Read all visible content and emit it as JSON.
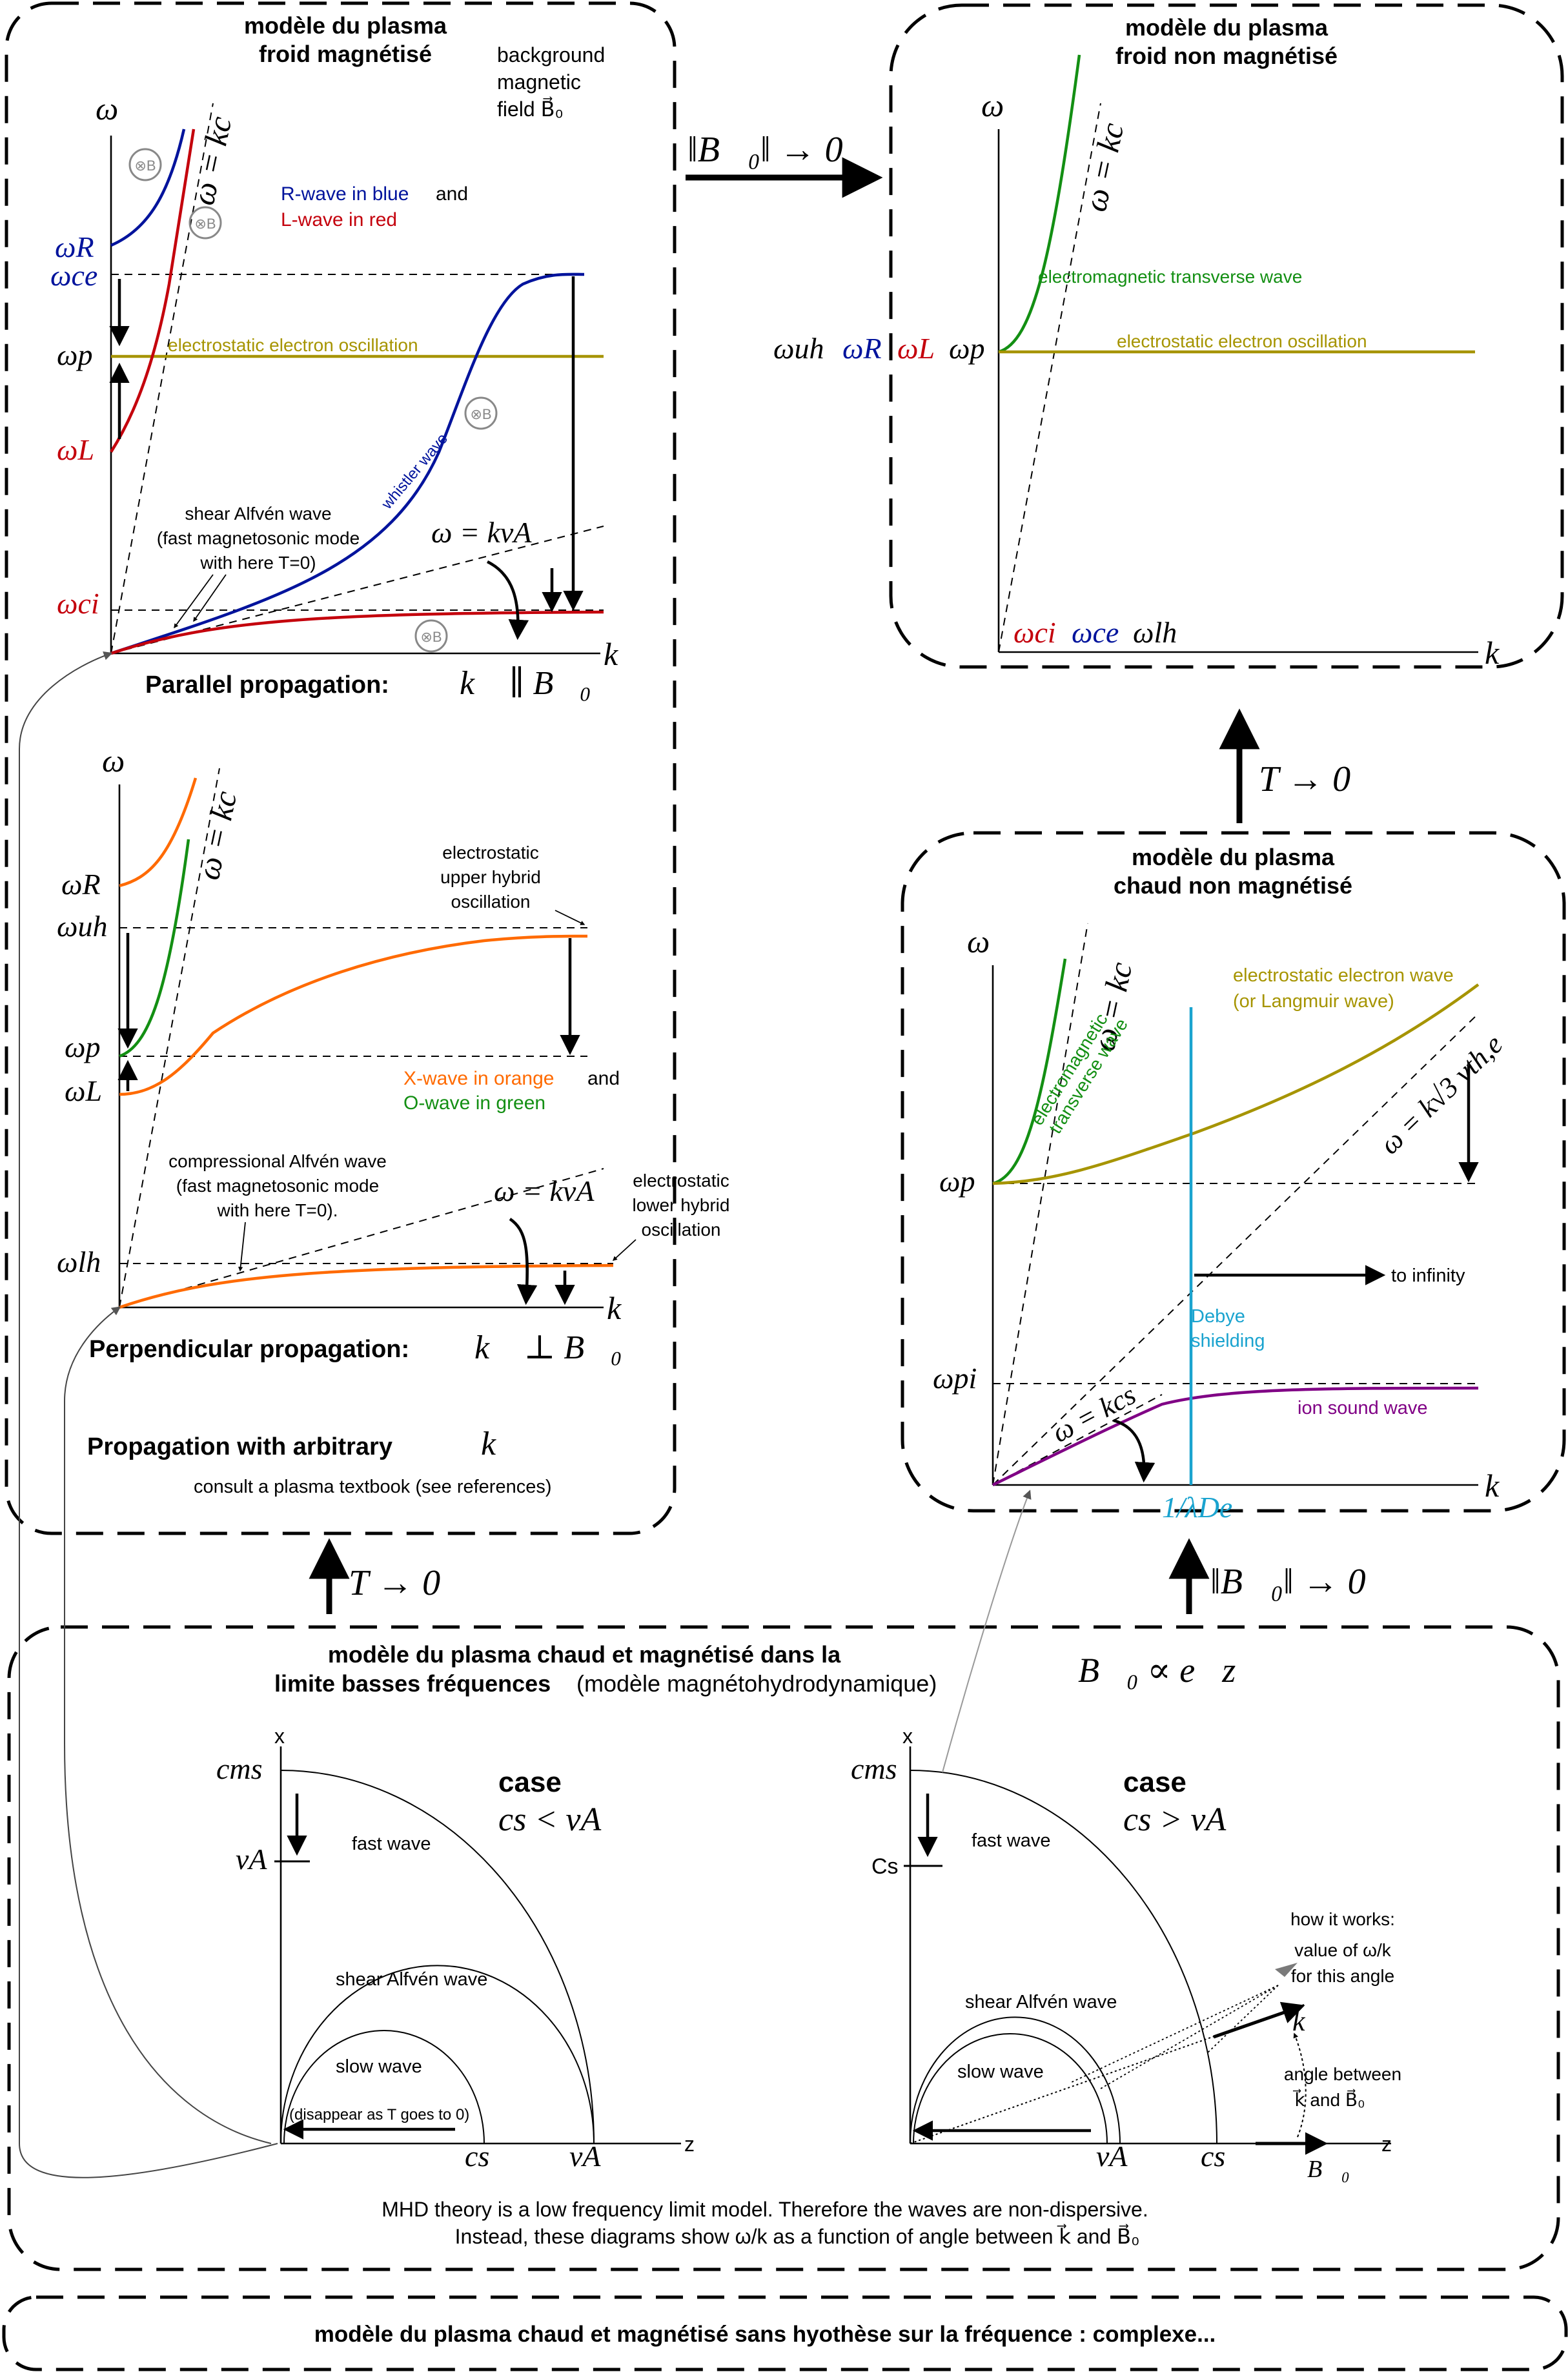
{
  "colors": {
    "blue": "#00139c",
    "red": "#c4000c",
    "olive": "#a69400",
    "green": "#138f13",
    "orange": "#ff6a00",
    "cyan": "#1aa3cf",
    "purple": "#800085",
    "grey": "#7a7a7a"
  },
  "panels": {
    "cold_mag": {
      "title_line1": "modèle du plasma",
      "title_line2": "froid magnétisé",
      "bg_field_line1": "background",
      "bg_field_line2": "magnetic",
      "bg_field_line3": "field B⃗₀",
      "parallel": {
        "y_axis": "ω",
        "x_axis": "k",
        "line_label": "ω = kc",
        "omega_R": "ωR",
        "omega_ce": "ωce",
        "omega_p": "ωp",
        "omega_L": "ωL",
        "omega_ci": "ωci",
        "legend_blue": "R-wave in blue",
        "legend_and": "and",
        "legend_red": "L-wave in red",
        "electrostatic": "electrostatic electron oscillation",
        "whistler": "whistler wave",
        "alfven_1": "shear Alfvén wave",
        "alfven_2": "(fast magnetosonic mode",
        "alfven_3": "with here T=0)",
        "va_line": "ω = kvA",
        "caption": "Parallel propagation:",
        "caption_math": "k⃗ ∥ B⃗₀",
        "b_symbol": "⊗B"
      },
      "perpendicular": {
        "y_axis": "ω",
        "x_axis": "k",
        "line_label": "ω = kc",
        "omega_R": "ωR",
        "omega_uh": "ωuh",
        "omega_p": "ωp",
        "omega_L": "ωL",
        "omega_lh": "ωlh",
        "uh_1": "electrostatic",
        "uh_2": "upper hybrid",
        "uh_3": "oscillation",
        "legend_orange": "X-wave in orange",
        "legend_and": "and",
        "legend_green": "O-wave in green",
        "alfven_1": "compressional Alfvén wave",
        "alfven_2": "(fast magnetosonic mode",
        "alfven_3": "with here T=0).",
        "va_line": "ω = kvA",
        "lh_1": "electrostatic",
        "lh_2": "lower hybrid",
        "lh_3": "oscillation",
        "caption": "Perpendicular propagation:",
        "caption_math": "k⃗ ⊥ B⃗₀"
      },
      "arbitrary_caption": "Propagation with arbitrary",
      "arbitrary_math": "k⃗",
      "arbitrary_note": "consult a plasma textbook (see references)"
    },
    "arrow_B0": "‖B⃗₀‖ → 0",
    "cold_unmag": {
      "title_line1": "modèle du plasma",
      "title_line2": "froid non magnétisé",
      "y_axis": "ω",
      "x_axis": "k",
      "line_label": "ω = kc",
      "em_wave": "electromagnetic transverse wave",
      "es_osc": "electrostatic electron oscillation",
      "omega_uh": "ωuh",
      "omega_R": "ωR",
      "omega_L": "ωL",
      "omega_p": "ωp",
      "omega_ci": "ωci",
      "omega_ce": "ωce",
      "omega_lh": "ωlh"
    },
    "arrow_T_right": "T → 0",
    "hot_unmag": {
      "title_line1": "modèle du plasma",
      "title_line2": "chaud non magnétisé",
      "y_axis": "ω",
      "x_axis": "k",
      "line_label": "ω = kc",
      "em_1": "electromagnetic",
      "em_2": "transverse wave",
      "es_1": "electrostatic electron wave",
      "es_2": "(or Langmuir wave)",
      "vth_line": "ω = k√3 vth,e",
      "omega_p": "ωp",
      "omega_pi": "ωpi",
      "infinity": "to infinity",
      "debye_1": "Debye",
      "debye_2": "shielding",
      "ion_sound": "ion sound wave",
      "cs_line": "ω = kcs",
      "lambda": "1/λDe"
    },
    "arrow_T_left": "T → 0",
    "arrow_B0_right": "‖B⃗₀‖ → 0",
    "hot_mag_mhd": {
      "title_line1": "modèle du plasma chaud et magnétisé dans la",
      "title_line2_bold": "limite basses fréquences",
      "title_line2_normal": "(modèle magnétohydrodynamique)",
      "b0_relation": "B⃗₀ ∝ e⃗z",
      "left": {
        "x_axis": "x",
        "z_axis": "z",
        "case": "case",
        "case_math": "cs < vA",
        "cms": "cms",
        "vA": "vA",
        "cs": "cs",
        "fast": "fast wave",
        "shear": "shear Alfvén wave",
        "slow": "slow wave",
        "disappear": "(disappear as T goes to 0)"
      },
      "right": {
        "x_axis": "x",
        "z_axis": "z",
        "case": "case",
        "case_math": "cs > vA",
        "cms": "cms",
        "cs_axis": "Cs",
        "vA": "vA",
        "cs": "cs",
        "fast": "fast wave",
        "shear": "shear Alfvén wave",
        "slow": "slow wave",
        "how_1": "how it works:",
        "how_2": "value of ω/k",
        "how_3": "for this angle",
        "k_vec": "k⃗",
        "angle_1": "angle between",
        "angle_2": "k⃗ and B⃗₀",
        "b0": "B⃗₀"
      },
      "note_1": "MHD theory is a low frequency limit model. Therefore the waves are non-dispersive.",
      "note_2": "Instead, these diagrams show ω/k as a function of angle between k⃗ and B⃗₀"
    },
    "bottom_box": "modèle du plasma chaud et magnétisé sans hyothèse sur la fréquence : complexe..."
  }
}
